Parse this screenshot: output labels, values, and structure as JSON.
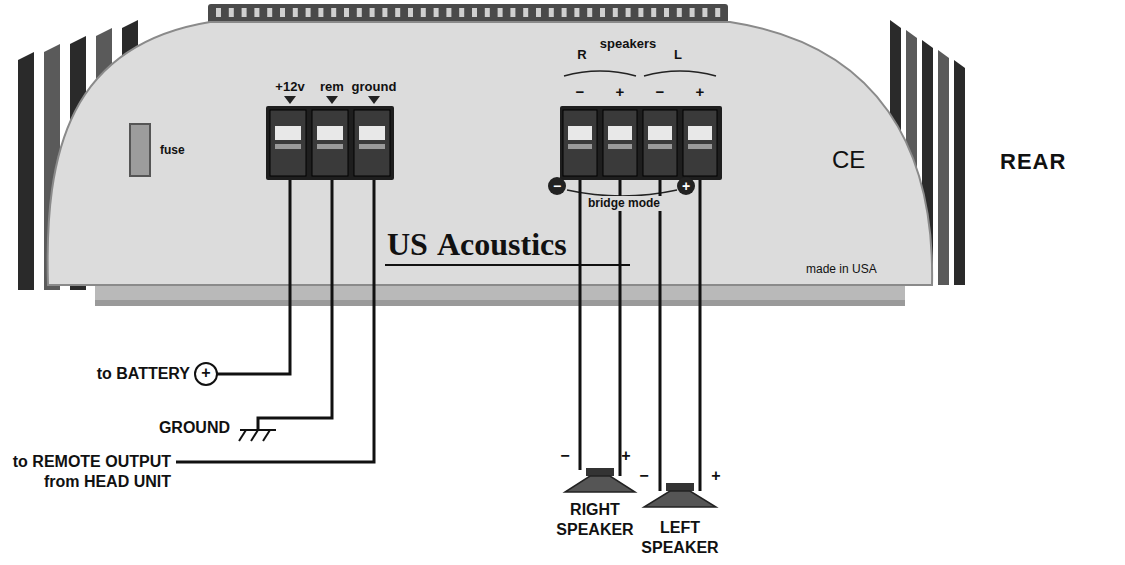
{
  "diagram": {
    "labels": [
      "fuse",
      "+12v",
      "rem",
      "ground",
      "speakers",
      "R",
      "L",
      "−",
      "+",
      "−",
      "+",
      "bridge mode",
      "−",
      "+",
      "US",
      "Acoustics",
      "CE",
      "made in USA",
      "REAR",
      "to BATTERY",
      "+",
      "GROUND",
      "to REMOTE OUTPUT from HEAD UNIT",
      "−",
      "+",
      "RIGHT SPEAKER",
      "−",
      "+",
      "LEFT SPEAKER"
    ]
  }
}
